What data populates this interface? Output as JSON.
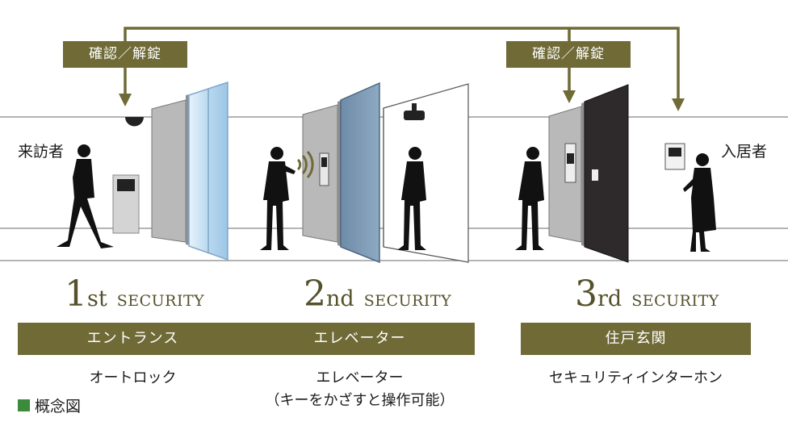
{
  "confirm_tags": {
    "left": "確認／解錠",
    "right": "確認／解錠"
  },
  "people_labels": {
    "visitor": "来訪者",
    "resident": "入居者"
  },
  "sections": [
    {
      "num": "1",
      "suffix": "st",
      "word": "SECURITY",
      "band": "エントランス",
      "desc": [
        "オートロック"
      ]
    },
    {
      "num": "2",
      "suffix": "nd",
      "word": "SECURITY",
      "band": "エレベーター",
      "desc": [
        "エレベーター",
        "（キーをかざすと操作可能）"
      ]
    },
    {
      "num": "3",
      "suffix": "rd",
      "word": "SECURITY",
      "band": "住戸玄関",
      "desc": [
        "セキュリティインターホン"
      ]
    }
  ],
  "legend": {
    "label": "概念図"
  },
  "colors": {
    "accent": "#6f6a36",
    "legend_square": "#3c8a3c",
    "silhouette": "#111111"
  }
}
